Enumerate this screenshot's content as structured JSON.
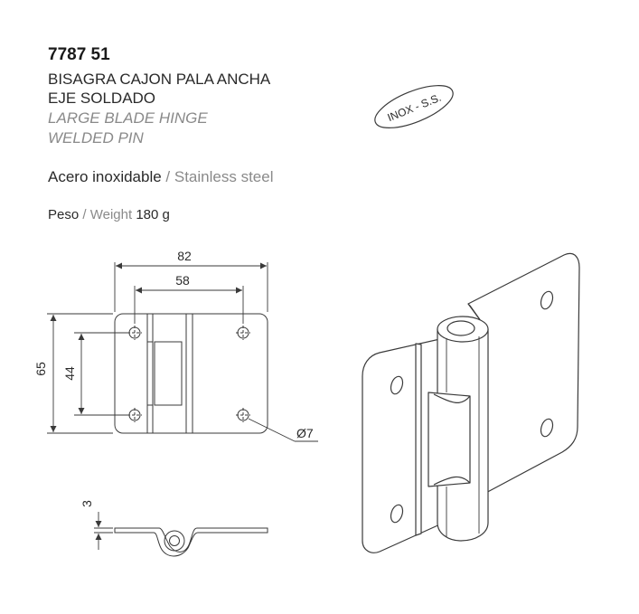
{
  "product": {
    "code": "7787 51",
    "name_es_line1": "BISAGRA CAJON PALA ANCHA",
    "name_es_line2": "EJE SOLDADO",
    "name_en_line1": "LARGE BLADE HINGE",
    "name_en_line2": "WELDED PIN"
  },
  "material": {
    "es": "Acero inoxidable",
    "separator": " / ",
    "en": "Stainless steel"
  },
  "weight": {
    "label_es": "Peso",
    "separator": " / ",
    "label_en": "Weight",
    "value": "180 g"
  },
  "stamp": {
    "text": "INOX - S.S."
  },
  "dimensions": {
    "overall_width": "82",
    "hole_spacing_horizontal": "58",
    "overall_height": "65",
    "hole_spacing_vertical": "44",
    "hole_diameter": "Ø7",
    "thickness": "3"
  },
  "colors": {
    "line": "#3a3a3a",
    "text_secondary": "#8a8a8a"
  }
}
